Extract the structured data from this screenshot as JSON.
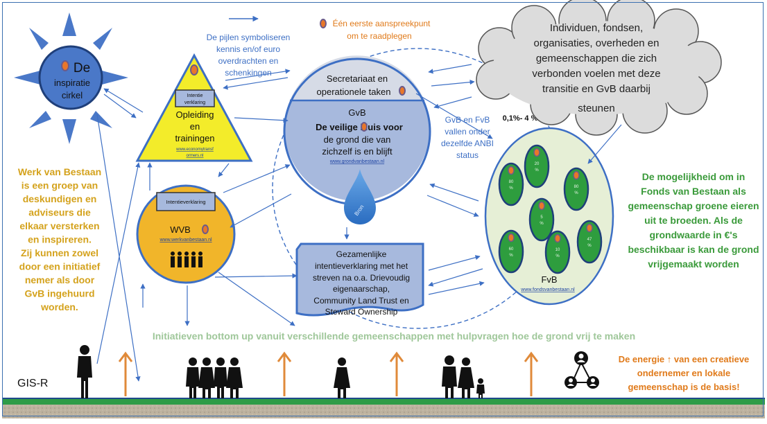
{
  "legend": {
    "arrows_text": [
      "De pijlen symboliseren",
      "kennis en/of euro",
      "overdrachten en",
      "schenkingen"
    ],
    "contact_text": [
      "Één eerste aanspreekpunt",
      "om te raadplegen"
    ]
  },
  "sun": {
    "lines": [
      "De",
      "inspiratie",
      "cirkel"
    ]
  },
  "triangle": {
    "badge_lines": [
      "Intentie",
      "verklaring"
    ],
    "title_lines": [
      "Opleiding",
      "en",
      "trainingen"
    ],
    "url_lines": [
      "www.economytransf",
      "ormers.nl"
    ]
  },
  "gvb": {
    "top_lines": [
      "Secretariaat en",
      "operationele taken"
    ],
    "title": "GvB",
    "desc_lines": [
      "De veilige kluis voor",
      "de grond die van",
      "zichzelf is en blijft"
    ],
    "url": "www.grondvanbestaan.nl",
    "drop_label": "Bron"
  },
  "anbi": {
    "lines": [
      "GvB en FvB",
      "vallen onder",
      "dezelfde ANBI",
      "status"
    ]
  },
  "percentage": "0,1%- 4 %",
  "cloud": {
    "lines": [
      "Individuen, fondsen,",
      "organisaties, overheden en",
      "gemeenschappen die zich",
      "verbonden voelen met deze",
      "transitie en GvB daarbij",
      "steunen"
    ]
  },
  "wvb": {
    "badge": "Intentieverklaring",
    "title": "WVB",
    "url": "www.werkvanbestaan.nl"
  },
  "intent_box": {
    "lines": [
      "Gezamenlijke",
      "intentieverklaring met het",
      "streven na o.a. Drievoudig",
      "eigenaarschap,",
      "Community Land Trust en",
      "Steward Ownership"
    ]
  },
  "fvb": {
    "title": "FvB",
    "url": "www.fondsvanbestaan.nl",
    "eggs": [
      "80 %",
      "20 %",
      "80 %",
      "5 %",
      "60 %",
      "10 %",
      "47 %"
    ]
  },
  "left_text": [
    "Werk van Bestaan",
    "is een groep van",
    "deskundigen en",
    "adviseurs die",
    "elkaar versterken",
    "en inspireren.",
    "Zij kunnen zowel",
    "door een initiatief",
    "nemer als door",
    "GvB ingehuurd",
    "worden."
  ],
  "right_text": [
    "De mogelijkheid om in",
    "Fonds van Bestaan als",
    "gemeenschap groene eieren",
    "uit te broeden. Als de",
    "grondwaarde in €'s",
    "beschikbaar is kan de grond",
    "vrijgemaakt worden"
  ],
  "bottom_line": "Initiatieven bottom up vanuit verschillende gemeenschappen met hulpvragen hoe de grond vrij te maken",
  "gisr": "GIS-R",
  "energy_text": [
    "De energie ↑ van een creatieve",
    "ondernemer en lokale",
    "gemeenschap is de basis!"
  ],
  "colors": {
    "blue": "#3d6fc4",
    "sun": "#4a78c8",
    "triangle": "#f3ec2a",
    "wvb": "#f1b52a",
    "gvb_top": "#d6dbe6",
    "gvb_bottom": "#a7b9dd",
    "fvb": "#e6efd6",
    "egg": "#2e9d3e",
    "orange_text": "#e07a1a",
    "gold_text": "#d4a21c",
    "green_text": "#3a9a3a",
    "grass": "#2f9c47",
    "soil": "#b9ad9a"
  }
}
